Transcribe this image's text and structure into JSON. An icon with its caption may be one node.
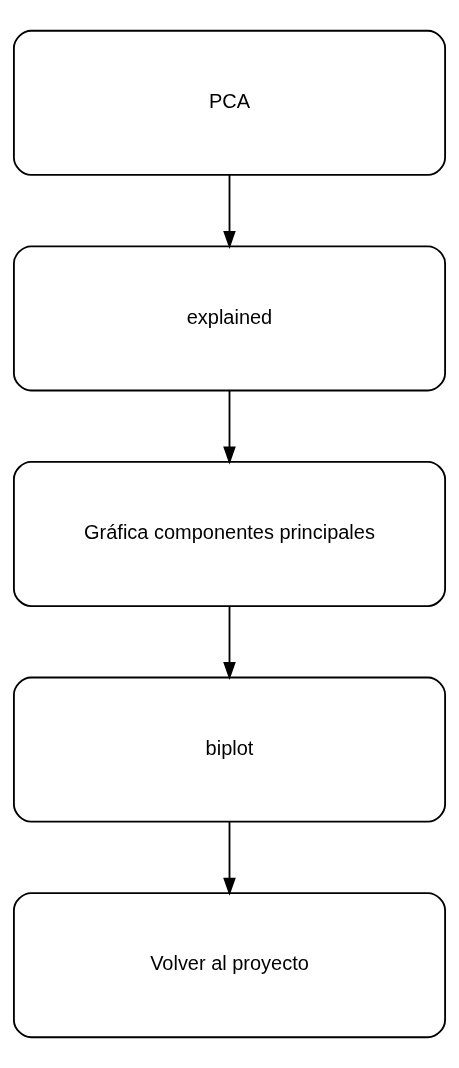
{
  "diagram": {
    "nodes": [
      {
        "text": [
          "PCA"
        ]
      },
      {
        "text": [
          "explained"
        ]
      },
      {
        "text": [
          "Gráfica componentes principales"
        ]
      },
      {
        "text": [
          "biplot"
        ]
      },
      {
        "text": [
          "Volver al proyecto"
        ]
      }
    ],
    "edges": [
      {
        "from": 0,
        "to": 1,
        "arrow": "to"
      },
      {
        "from": 1,
        "to": 2,
        "arrow": "to"
      },
      {
        "from": 2,
        "to": 3,
        "arrow": "to"
      },
      {
        "from": 3,
        "to": 4,
        "arrow": "to"
      }
    ]
  }
}
